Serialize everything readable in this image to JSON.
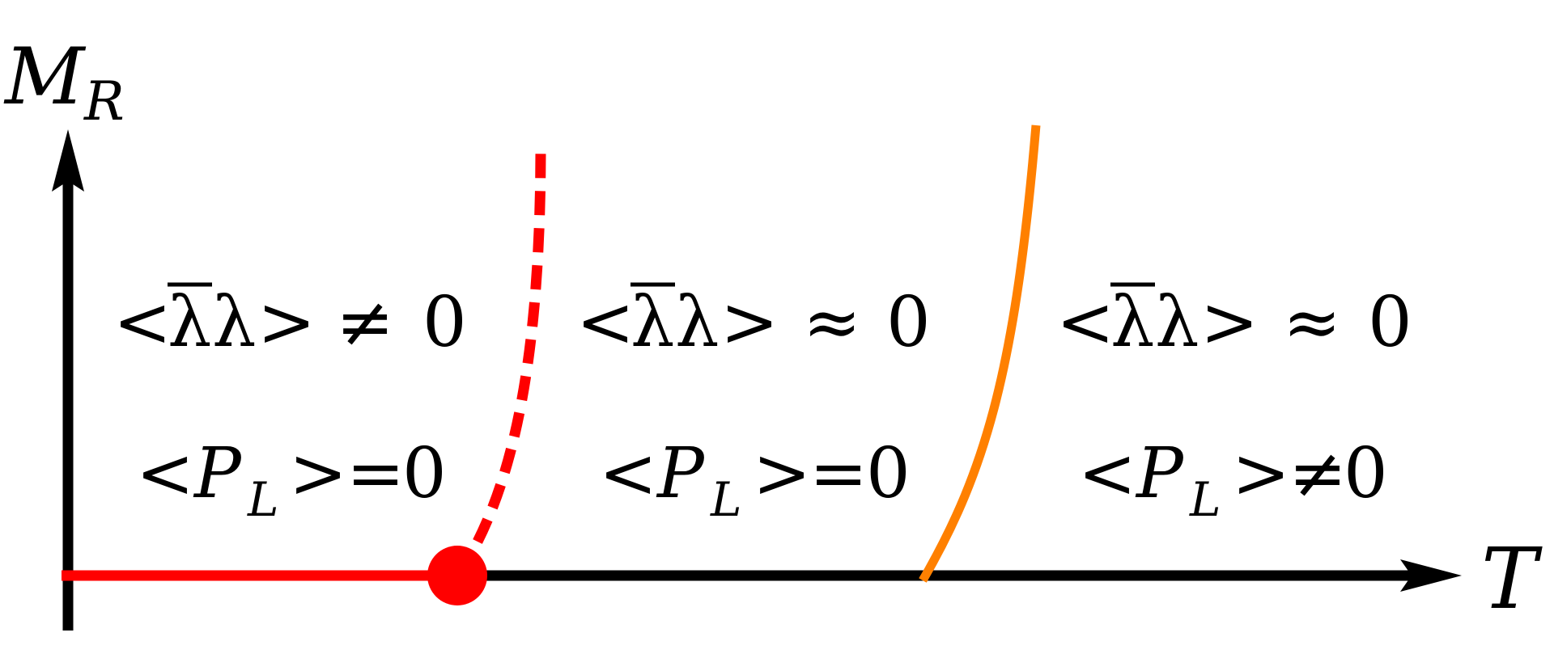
{
  "axes": {
    "y_label_main": "M",
    "y_label_sub": "R",
    "x_label": "T"
  },
  "regions": [
    {
      "condensate": {
        "open": "<",
        "bar_symbol": "λ",
        "symbol": "λ",
        "close": ">",
        "relation": "≠",
        "value": "0"
      },
      "polyakov": {
        "open": "<",
        "symbol": "P",
        "sub": "L",
        "close": ">",
        "relation": "=",
        "value": "0"
      }
    },
    {
      "condensate": {
        "open": "<",
        "bar_symbol": "λ",
        "symbol": "λ",
        "close": ">",
        "relation": "≈",
        "value": "0"
      },
      "polyakov": {
        "open": "<",
        "symbol": "P",
        "sub": "L",
        "close": ">",
        "relation": "=",
        "value": "0"
      }
    },
    {
      "condensate": {
        "open": "<",
        "bar_symbol": "λ",
        "symbol": "λ",
        "close": ">",
        "relation": "≈",
        "value": "0"
      },
      "polyakov": {
        "open": "<",
        "symbol": "P",
        "sub": "L",
        "close": ">",
        "relation": "≠",
        "value": "0"
      }
    }
  ],
  "colors": {
    "axis": "#000000",
    "chiral_line": "#ff0000",
    "deconfinement_line": "#ff8000",
    "critical_point": "#ff0000"
  }
}
